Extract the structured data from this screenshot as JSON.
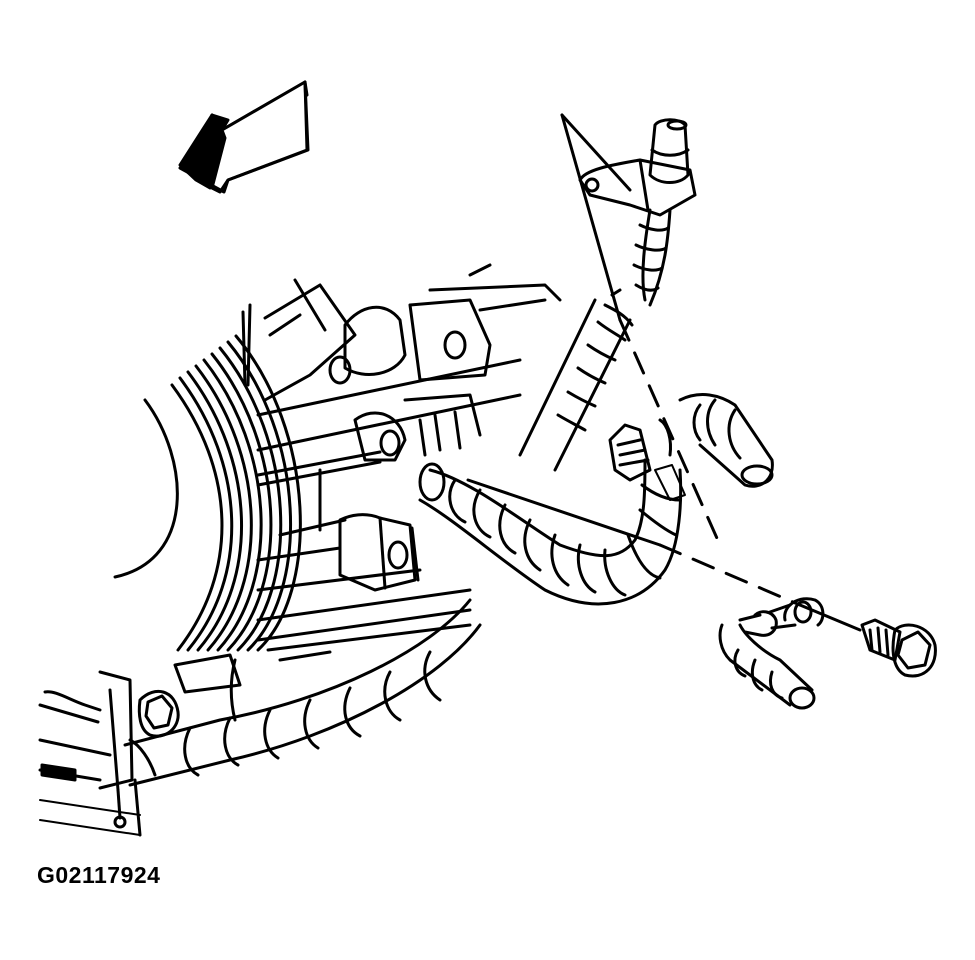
{
  "figure": {
    "id_label": "G02117924",
    "subject": "wiring harness ground connection with bolt and ring terminal",
    "line_color": "#000000",
    "background_color": "#ffffff"
  },
  "components": {
    "direction_arrow": "front-of-vehicle-arrow",
    "harness_main": "convoluted-wiring-harness",
    "harness_upper": "upper-harness-branch",
    "ground_terminal": "ring-terminal",
    "ground_bolt": "hex-flange-bolt",
    "mounting_bracket": "harness-bracket",
    "frame": "engine-frame-structure",
    "leader_lines": "dashed-alignment-lines"
  }
}
